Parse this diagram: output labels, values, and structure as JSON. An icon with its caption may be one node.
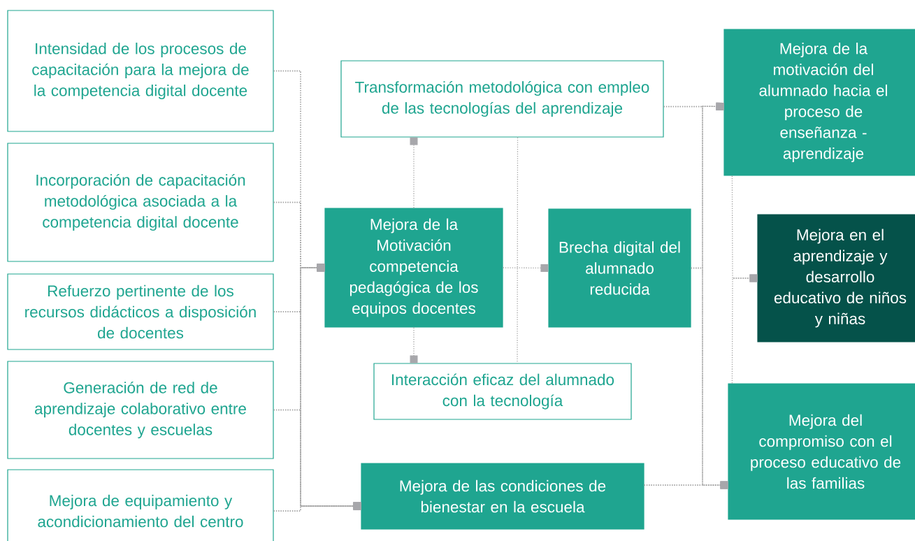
{
  "diagram": {
    "nodes": [
      {
        "text": [
          "Intensidad de los procesos de capacitación para la mejora de la competencia digital docente"
        ]
      },
      {
        "text": [
          "Incorporación de capacitación metodológica asociada a la competencia digital docente"
        ]
      },
      {
        "text": [
          "Refuerzo pertinente de los recursos didácticos a disposición de docentes"
        ]
      },
      {
        "text": [
          "Generación de red de aprendizaje colaborativo entre docentes y escuelas"
        ]
      },
      {
        "text": [
          "Mejora de equipamiento y acondicionamiento del centro"
        ]
      },
      {
        "text": [
          "Transformación metodológica con empleo de las tecnologías del aprendizaje"
        ]
      },
      {
        "text": [
          "Mejora de la Motivación competencia pedagógica de los equipos docentes"
        ]
      },
      {
        "text": [
          "Brecha digital del alumnado reducida"
        ]
      },
      {
        "text": [
          "Interacción eficaz del alumnado con la tecnología"
        ]
      },
      {
        "text": [
          "Mejora de las condiciones de bienestar en la escuela"
        ]
      },
      {
        "text": [
          "Mejora de la motivación del alumnado hacia el proceso de enseñanza - aprendizaje"
        ]
      },
      {
        "text": [
          "Mejora en el aprendizaje y desarrollo educativo de niños y niñas"
        ]
      },
      {
        "text": [
          "Mejora del compromiso con el proceso educativo de las familias"
        ]
      }
    ],
    "edges": [
      {
        "from": 0,
        "to": 6,
        "arrow": "other"
      },
      {
        "from": 1,
        "to": 6,
        "arrow": "other"
      },
      {
        "from": 2,
        "to": 6,
        "arrow": "other"
      },
      {
        "from": 3,
        "to": 6,
        "arrow": "other"
      },
      {
        "from": 4,
        "to": 6,
        "arrow": "other"
      },
      {
        "from": 0,
        "to": 9,
        "arrow": "other"
      },
      {
        "from": 1,
        "to": 9,
        "arrow": "other"
      },
      {
        "from": 2,
        "to": 9,
        "arrow": "other"
      },
      {
        "from": 3,
        "to": 9,
        "arrow": "other"
      },
      {
        "from": 4,
        "to": 9,
        "arrow": "other"
      },
      {
        "from": 6,
        "to": 5,
        "arrow": "other"
      },
      {
        "from": 6,
        "to": 8,
        "arrow": "other"
      },
      {
        "from": 6,
        "to": 7,
        "arrow": "other"
      },
      {
        "from": 5,
        "to": 8,
        "arrow": "none"
      },
      {
        "from": 5,
        "to": 10,
        "arrow": "other"
      },
      {
        "from": 7,
        "to": 10,
        "arrow": "other"
      },
      {
        "from": 9,
        "to": 10,
        "arrow": "other"
      },
      {
        "from": 5,
        "to": 12,
        "arrow": "other"
      },
      {
        "from": 7,
        "to": 12,
        "arrow": "other"
      },
      {
        "from": 9,
        "to": 12,
        "arrow": "other"
      },
      {
        "from": 10,
        "to": 11,
        "arrow": "other"
      },
      {
        "from": 12,
        "to": 11,
        "arrow": "other"
      }
    ]
  }
}
